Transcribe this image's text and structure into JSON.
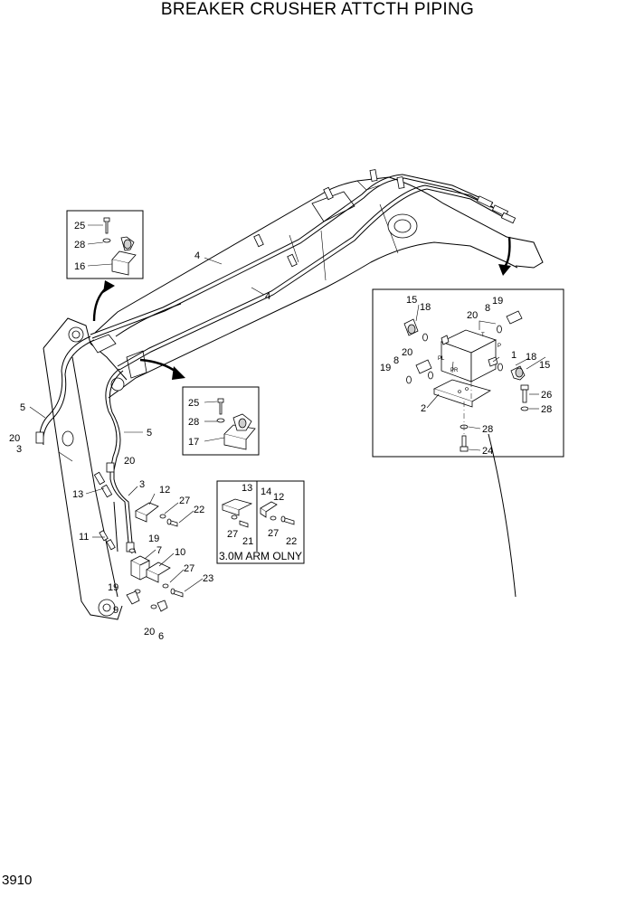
{
  "title": "BREAKER CRUSHER ATTCTH PIPING",
  "page_number": "3910",
  "callouts": {
    "c1": "1",
    "c2": "2",
    "c3a": "3",
    "c3b": "3",
    "c4a": "4",
    "c4b": "4",
    "c5a": "5",
    "c5b": "5",
    "c6": "6",
    "c7": "7",
    "c8a": "8",
    "c8b": "8",
    "c9": "9",
    "c10": "10",
    "c11": "11",
    "c12a": "12",
    "c12b": "12",
    "c13a": "13",
    "c13b": "13",
    "c14": "14",
    "c15a": "15",
    "c15b": "15",
    "c16": "16",
    "c17": "17",
    "c18a": "18",
    "c18b": "18",
    "c19a": "19",
    "c19b": "19",
    "c19c": "19",
    "c19d": "19",
    "c20a": "20",
    "c20b": "20",
    "c20c": "20",
    "c20d": "20",
    "c20e": "20",
    "c21": "21",
    "c22a": "22",
    "c22b": "22",
    "c23": "23",
    "c24": "24",
    "c25a": "25",
    "c25b": "25",
    "c26": "26",
    "c27a": "27",
    "c27b": "27",
    "c27c": "27",
    "c28a": "28",
    "c28b": "28",
    "c28c": "28",
    "c28d": "28"
  },
  "valve_ports": {
    "t": "T",
    "p": "P",
    "pl": "PL",
    "pr": "PR"
  },
  "inset_note": "3.0M ARM OLNY"
}
